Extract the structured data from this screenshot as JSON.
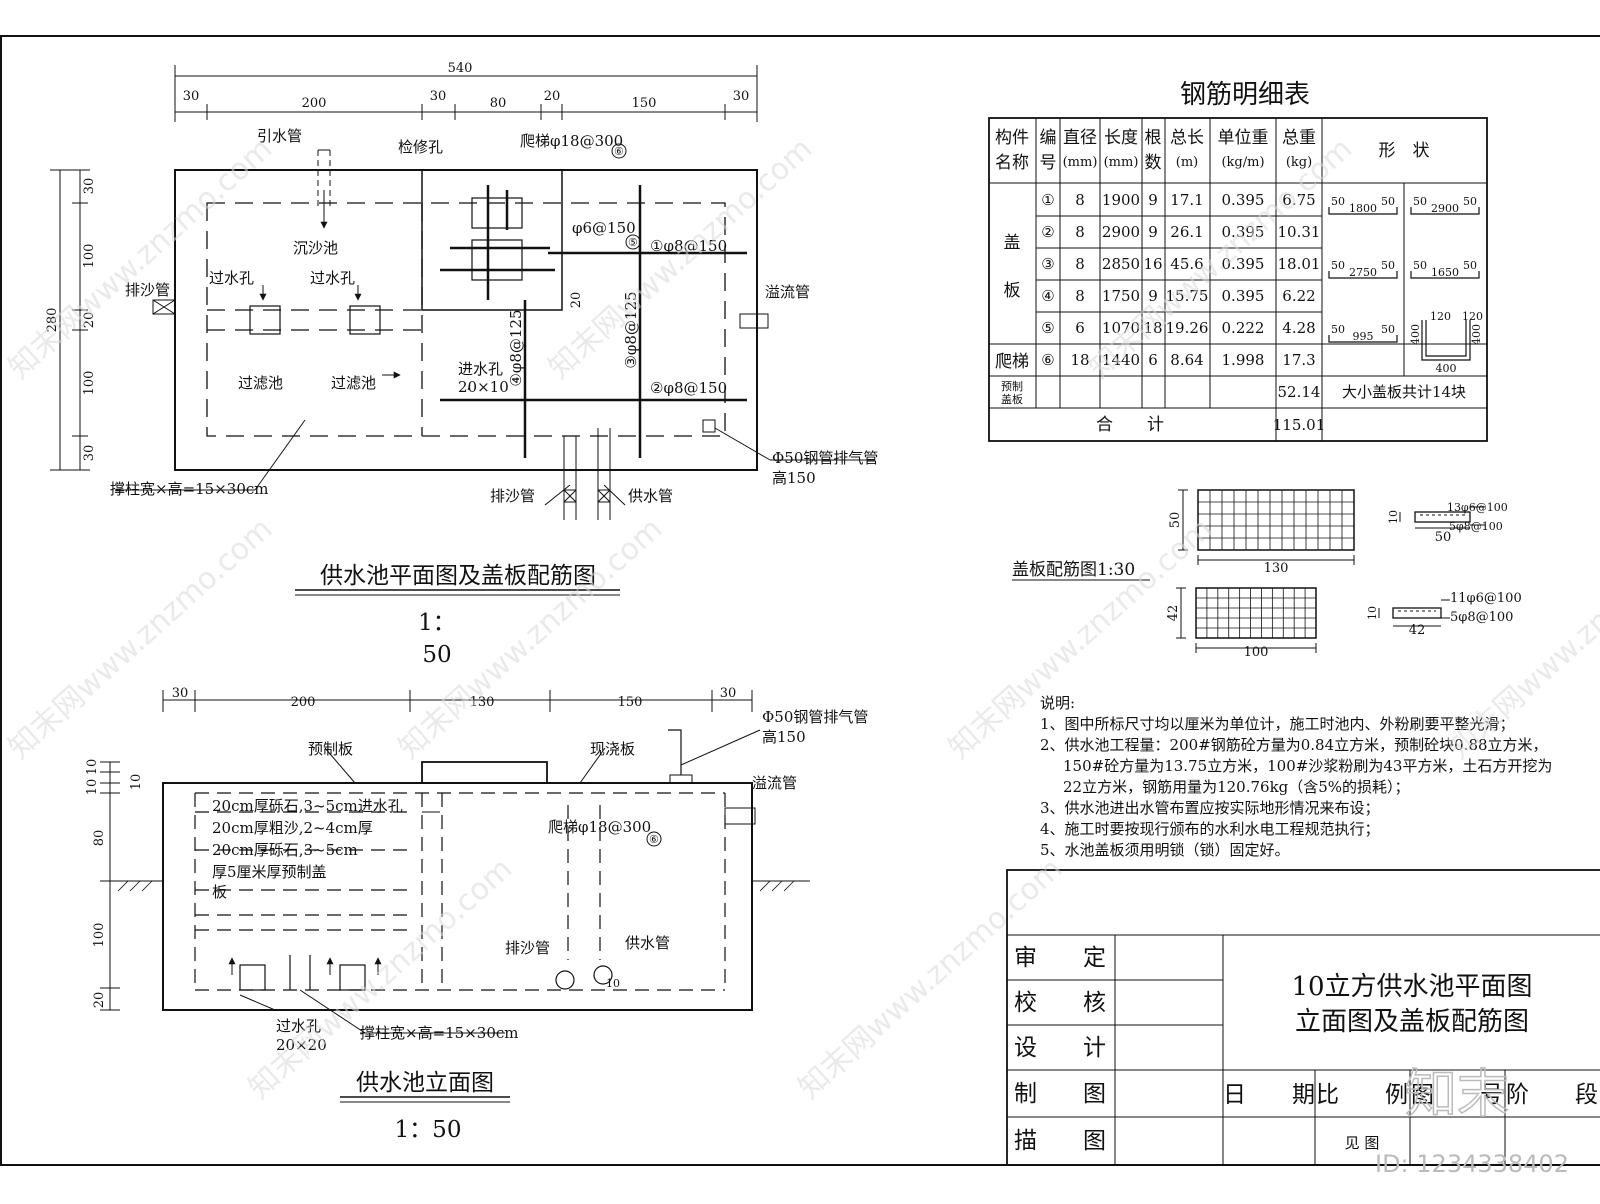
{
  "colors": {
    "ink": "#111111",
    "watermark": "#d9d9d9",
    "id_gray": "#bbbbbb"
  },
  "plan": {
    "title": "供水池平面图及盖板配筋图",
    "scale_line1": "1：",
    "scale_line2": "50",
    "dims_top": {
      "total": "540",
      "seg": [
        "30",
        "200",
        "30",
        "80",
        "20",
        "150",
        "30"
      ]
    },
    "dims_left": {
      "total": "280",
      "seg": [
        "30",
        "100",
        "20",
        "100",
        "30"
      ]
    },
    "labels": {
      "intake_pipe": "引水管",
      "manhole": "检修孔",
      "ladder": "爬梯φ18@300",
      "ladder_no": "⑥",
      "sand_tank": "沉沙池",
      "sand_pipe_left": "排沙管",
      "hole1": "过水孔",
      "hole2": "过水孔",
      "filter1": "过滤池",
      "filter2": "过滤池",
      "inlet_hole": "进水孔",
      "inlet_size": "20×10",
      "overflow": "溢流管",
      "rebar5": "φ6@150",
      "rebar5_no": "⑤",
      "rebar1": "①φ8@150",
      "rebar2": "②φ8@150",
      "rebar3": "③φ8@125",
      "rebar4": "④φ8@125",
      "dim20": "20",
      "vent1": "Φ50钢管排气管",
      "vent2": "高150",
      "column": "撑柱宽×高=15×30cm",
      "sand_pipe_bottom": "排沙管",
      "supply_pipe": "供水管"
    }
  },
  "elevation": {
    "title": "供水池立面图",
    "scale": "1：50",
    "dims_top": [
      "30",
      "200",
      "130",
      "150",
      "30"
    ],
    "dims_left": [
      "10",
      "10",
      "10",
      "80",
      "100",
      "20"
    ],
    "labels": {
      "precast": "预制板",
      "cast_in_place": "现浇板",
      "vent1": "Φ50钢管排气管",
      "vent2": "高150",
      "overflow": "溢流管",
      "layer1": "20cm厚砾石,3~5cm进水孔",
      "layer2": "20cm厚粗沙,2~4cm厚",
      "layer3": "20cm厚砾石,3~5cm",
      "layer4": "厚5厘米厚预制盖",
      "layer5": "板",
      "ladder": "爬梯φ18@300",
      "ladder_no": "⑥",
      "sand_pipe": "排沙管",
      "supply_pipe": "供水管",
      "dim10": "10",
      "hole": "过水孔",
      "hole_size": "20×20",
      "column": "撑柱宽×高=15×30cm"
    }
  },
  "table": {
    "title": "钢筋明细表",
    "headers": [
      "构件名称",
      "编号",
      "直径(mm)",
      "长度(mm)",
      "根数",
      "总长(m)",
      "单位重(kg/m)",
      "总重(kg)",
      "形　状"
    ],
    "group_cover": "盖板",
    "group_ladder": "爬梯",
    "rows": [
      {
        "no": "①",
        "d": "8",
        "len": "1900",
        "n": "9",
        "total": "17.1",
        "unit": "0.395",
        "weight": "6.75"
      },
      {
        "no": "②",
        "d": "8",
        "len": "2900",
        "n": "9",
        "total": "26.1",
        "unit": "0.395",
        "weight": "10.31"
      },
      {
        "no": "③",
        "d": "8",
        "len": "2850",
        "n": "16",
        "total": "45.6",
        "unit": "0.395",
        "weight": "18.01"
      },
      {
        "no": "④",
        "d": "8",
        "len": "1750",
        "n": "9",
        "total": "15.75",
        "unit": "0.395",
        "weight": "6.22"
      },
      {
        "no": "⑤",
        "d": "6",
        "len": "1070",
        "n": "18",
        "total": "19.26",
        "unit": "0.222",
        "weight": "4.28"
      },
      {
        "no": "⑥",
        "d": "18",
        "len": "1440",
        "n": "6",
        "total": "8.64",
        "unit": "1.998",
        "weight": "17.3"
      }
    ],
    "precast_label": "预制盖板",
    "precast_weight": "52.14",
    "precast_note": "大小盖板共计14块",
    "sum_label": "合　　计",
    "sum_weight": "115.01",
    "shapes": [
      {
        "l": "50",
        "m": "1800",
        "r": "50"
      },
      {
        "l": "50",
        "m": "2900",
        "r": "50"
      },
      {
        "l": "50",
        "m": "2750",
        "r": "50"
      },
      {
        "l": "50",
        "m": "1650",
        "r": "50"
      },
      {
        "l": "50",
        "m": "995",
        "r": "50"
      },
      {
        "l": "120",
        "m": "400",
        "r": "120"
      }
    ]
  },
  "cover": {
    "title": "盖板配筋图1:30",
    "big": {
      "w": "130",
      "h": "50",
      "t": "10",
      "top_bar": "13φ6@100",
      "bot_bar": "5φ8@100",
      "sec_w": "50"
    },
    "small": {
      "w": "100",
      "h": "42",
      "t": "10",
      "top_bar": "11φ6@100",
      "bot_bar": "5φ8@100",
      "sec_w": "42"
    }
  },
  "notes": {
    "title": "说明:",
    "items": [
      "1、图中所标尺寸均以厘米为单位计，施工时池内、外粉刷要平整光滑；",
      "2、供水池工程量：200#钢筋砼方量为0.84立方米，预制砼块0.88立方米，",
      "150#砼方量为13.75立方米，100#沙浆粉刷为43平方米，土石方开挖为",
      "22立方米，钢筋用量为120.76kg（含5%的损耗）；",
      "3、供水池进出水管布置应按实际地形情况来布设；",
      "4、施工时要按现行颁布的水利水电工程规范执行；",
      "5、水池盖板须用明锁（锁）固定好。"
    ]
  },
  "titleblock": {
    "roles": [
      "审　　定",
      "校　　核",
      "设　　计",
      "制　　图",
      "描　　图"
    ],
    "title1": "10立方供水池平面图",
    "title2": "立面图及盖板配筋图",
    "date": "日　　期",
    "scale": "比　　例",
    "drawing_no": "图　　号",
    "stage": "阶　　段",
    "see": "见 图"
  },
  "watermark": {
    "text": "知末网www.znzmo.com",
    "logo": "知末",
    "id": "ID: 1234338402"
  }
}
